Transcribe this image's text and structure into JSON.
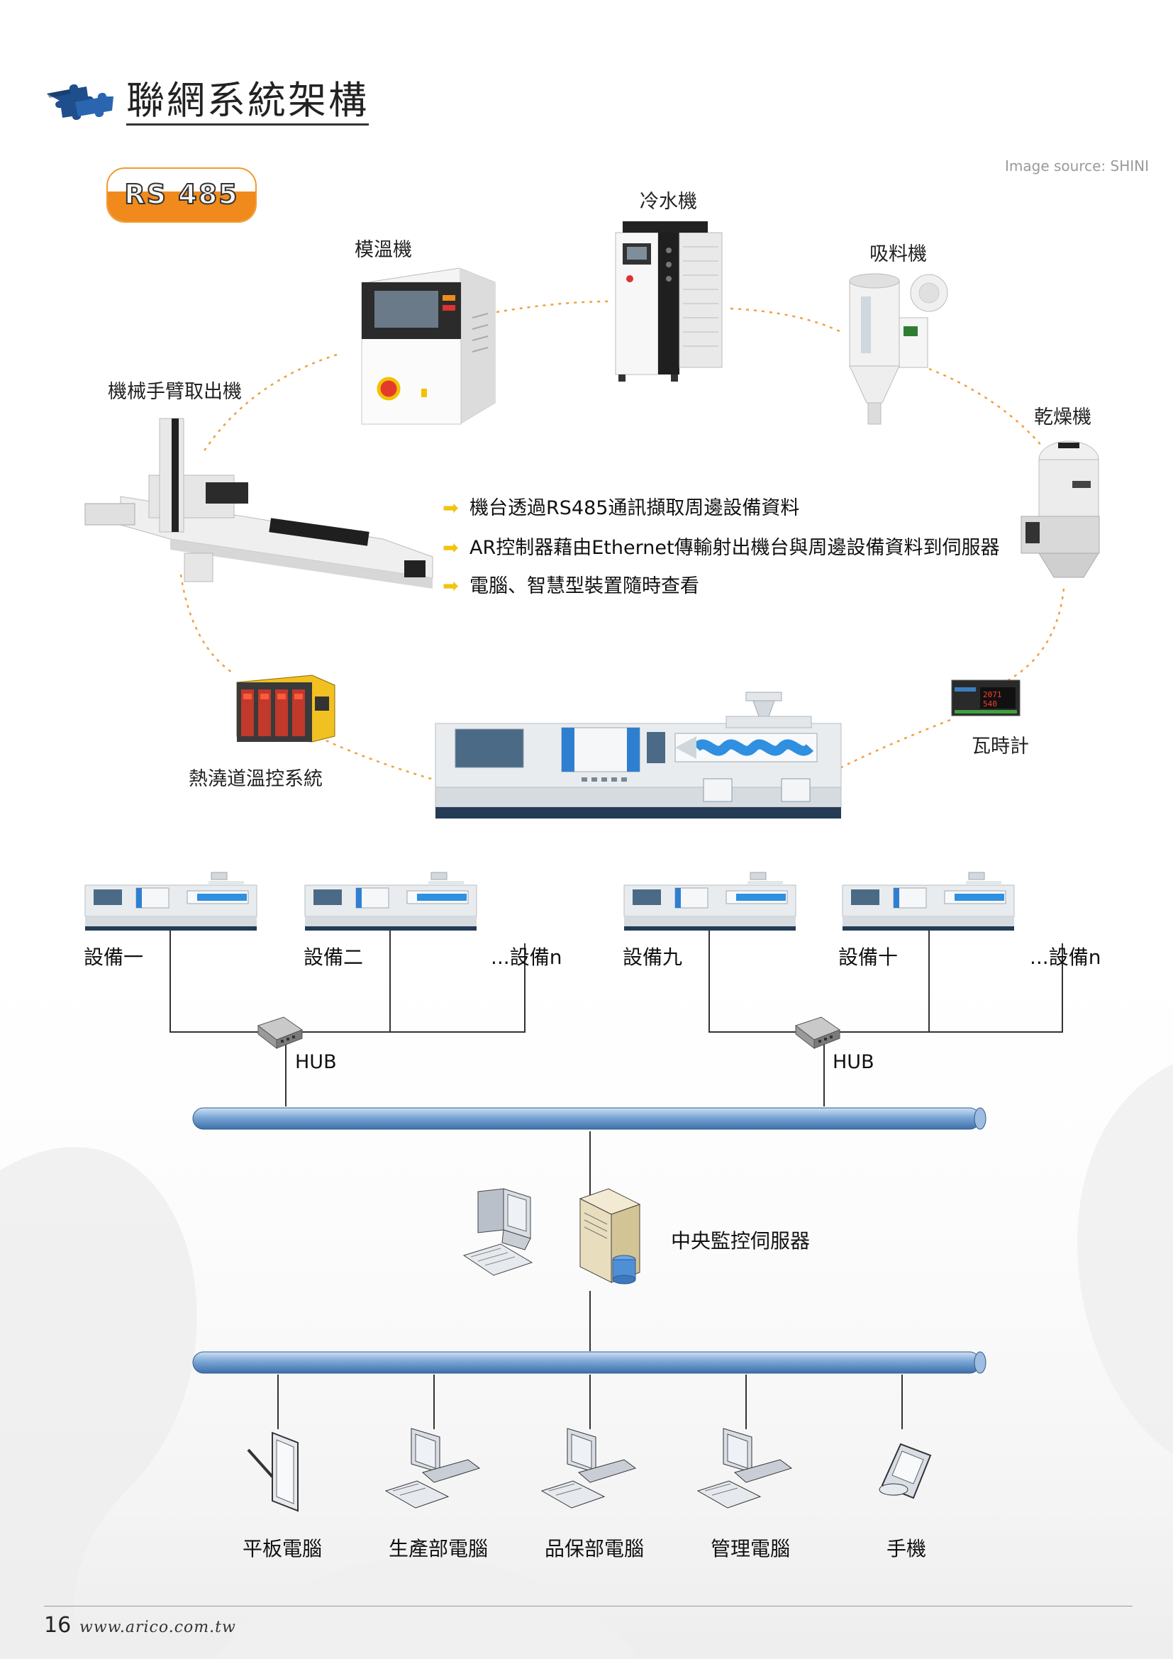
{
  "header": {
    "title": "聯網系統架構",
    "source_note": "Image source: SHINI"
  },
  "badge": {
    "label": "RS 485"
  },
  "equipment": {
    "chiller": "冷水機",
    "mold_temp": "模溫機",
    "loader": "吸料機",
    "robot": "機械手臂取出機",
    "dryer": "乾燥機",
    "hot_runner": "熱澆道溫控系統",
    "power_meter": "瓦時計"
  },
  "bullets": [
    "機台透過RS485通訊擷取周邊設備資料",
    "AR控制器藉由Ethernet傳輸射出機台與周邊設備資料到伺服器",
    "電腦、智慧型裝置隨時查看"
  ],
  "network": {
    "devices": [
      "設備一",
      "設備二",
      "...設備n",
      "設備九",
      "設備十",
      "...設備n"
    ],
    "hub": "HUB",
    "server": "中央監控伺服器",
    "clients": [
      "平板電腦",
      "生產部電腦",
      "品保部電腦",
      "管理電腦",
      "手機"
    ]
  },
  "footer": {
    "page": "16",
    "url": "www.arico.com.tw"
  },
  "colors": {
    "accent_orange": "#f08a1c",
    "bus_blue": "#6f9ccc",
    "arrow_yellow": "#f5c518"
  }
}
